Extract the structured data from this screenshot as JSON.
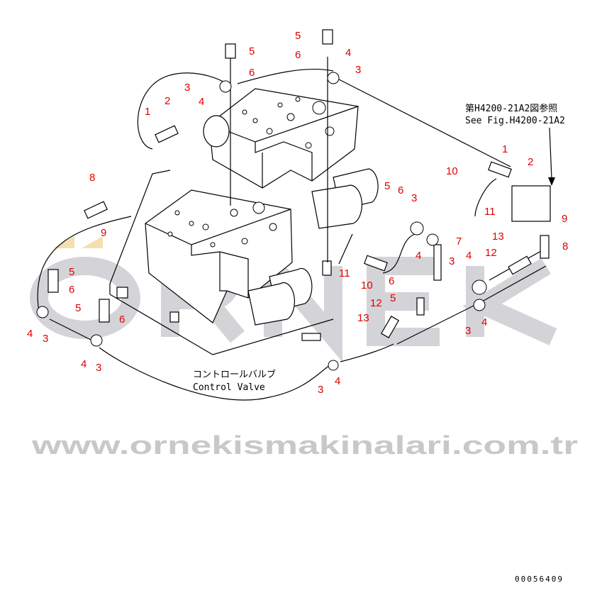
{
  "diagram": {
    "reference_note": {
      "line1": "第H4200-21A2図参照",
      "line2": "See Fig.H4200-21A2"
    },
    "part_label": {
      "line1": "コントロールバルブ",
      "line2": "Control Valve"
    },
    "drawing_code": "00056409",
    "watermark": {
      "logo": "ORNEK",
      "url": "www.ornekismakinalari.com.tr"
    },
    "callouts": [
      "5",
      "6",
      "4",
      "3",
      "5",
      "6",
      "3",
      "4",
      "1",
      "2",
      "1",
      "2",
      "10",
      "5",
      "6",
      "3",
      "11",
      "9",
      "13",
      "7",
      "8",
      "12",
      "4",
      "4",
      "3",
      "11",
      "10",
      "6",
      "5",
      "12",
      "13",
      "4",
      "3",
      "8",
      "9",
      "5",
      "6",
      "5",
      "6",
      "4",
      "3",
      "4",
      "3",
      "3",
      "4"
    ],
    "colors": {
      "callout": "#e00000",
      "line": "#000000",
      "watermark": "#c8c8cc",
      "logo_accent": "#f5deb0"
    }
  }
}
